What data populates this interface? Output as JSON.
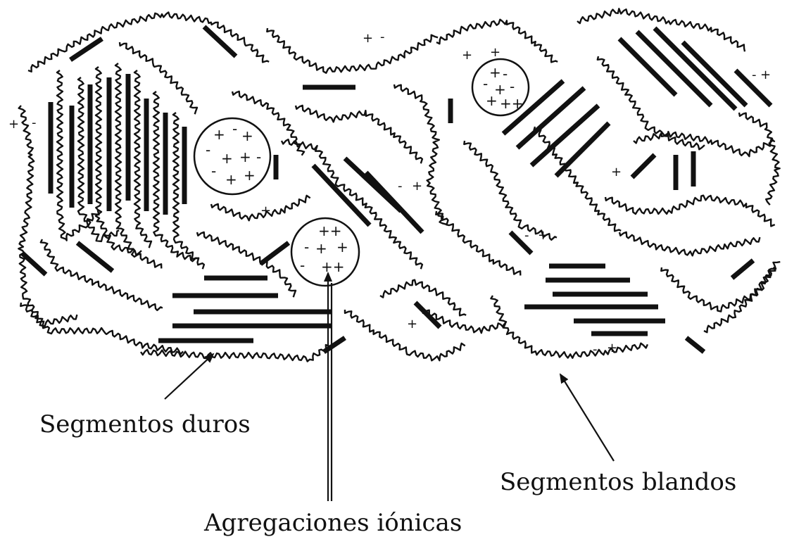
{
  "labels": {
    "hard_segments": "Segmentos duros",
    "soft_segments": "Segmentos blandos",
    "ionic_aggregations": "Agregaciones iónicas"
  },
  "colors": {
    "ink": "#111111",
    "background": "#ffffff"
  }
}
